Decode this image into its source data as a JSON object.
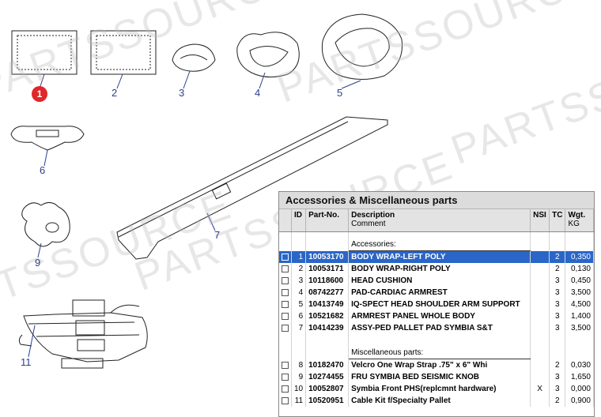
{
  "watermark": "PARTSSOURCE",
  "callouts": [
    "1",
    "2",
    "3",
    "4",
    "5",
    "6",
    "7",
    "9",
    "11"
  ],
  "panel": {
    "title": "Accessories & Miscellaneous parts",
    "columns": {
      "id": "ID",
      "part_no": "Part-No.",
      "description": "Description",
      "comment": "Comment",
      "nsi": "NSI",
      "tc": "TC",
      "weight": "Wgt.",
      "weight_unit": "KG"
    },
    "section_accessories": "Accessories:",
    "section_misc": "Miscellaneous parts:",
    "rows": [
      {
        "id": "1",
        "part_no": "10053170",
        "description": "BODY WRAP-LEFT POLY",
        "nsi": "",
        "tc": "2",
        "weight": "0,350"
      },
      {
        "id": "2",
        "part_no": "10053171",
        "description": "BODY WRAP-RIGHT POLY",
        "nsi": "",
        "tc": "2",
        "weight": "0,130"
      },
      {
        "id": "3",
        "part_no": "10118600",
        "description": "HEAD CUSHION",
        "nsi": "",
        "tc": "3",
        "weight": "0,450"
      },
      {
        "id": "4",
        "part_no": "08742277",
        "description": "PAD-CARDIAC ARMREST",
        "nsi": "",
        "tc": "3",
        "weight": "3,500"
      },
      {
        "id": "5",
        "part_no": "10413749",
        "description": "IQ-SPECT HEAD SHOULDER ARM SUPPORT",
        "nsi": "",
        "tc": "3",
        "weight": "4,500"
      },
      {
        "id": "6",
        "part_no": "10521682",
        "description": "ARMREST PANEL WHOLE BODY",
        "nsi": "",
        "tc": "3",
        "weight": "1,400"
      },
      {
        "id": "7",
        "part_no": "10414239",
        "description": "ASSY-PED PALLET PAD SYMBIA S&T",
        "nsi": "",
        "tc": "3",
        "weight": "3,500"
      },
      {
        "id": "8",
        "part_no": "10182470",
        "description": "Velcro One Wrap Strap .75\" x 6\" Whi",
        "nsi": "",
        "tc": "2",
        "weight": "0,030"
      },
      {
        "id": "9",
        "part_no": "10274455",
        "description": "FRU SYMBIA BED SEISMIC KNOB",
        "nsi": "",
        "tc": "3",
        "weight": "1,650"
      },
      {
        "id": "10",
        "part_no": "10052807",
        "description": "Symbia Front PHS(replcmnt hardware)",
        "nsi": "X",
        "tc": "3",
        "weight": "0,000"
      },
      {
        "id": "11",
        "part_no": "10520951",
        "description": "Cable Kit f/Specialty Pallet",
        "nsi": "",
        "tc": "2",
        "weight": "0,900"
      }
    ]
  }
}
